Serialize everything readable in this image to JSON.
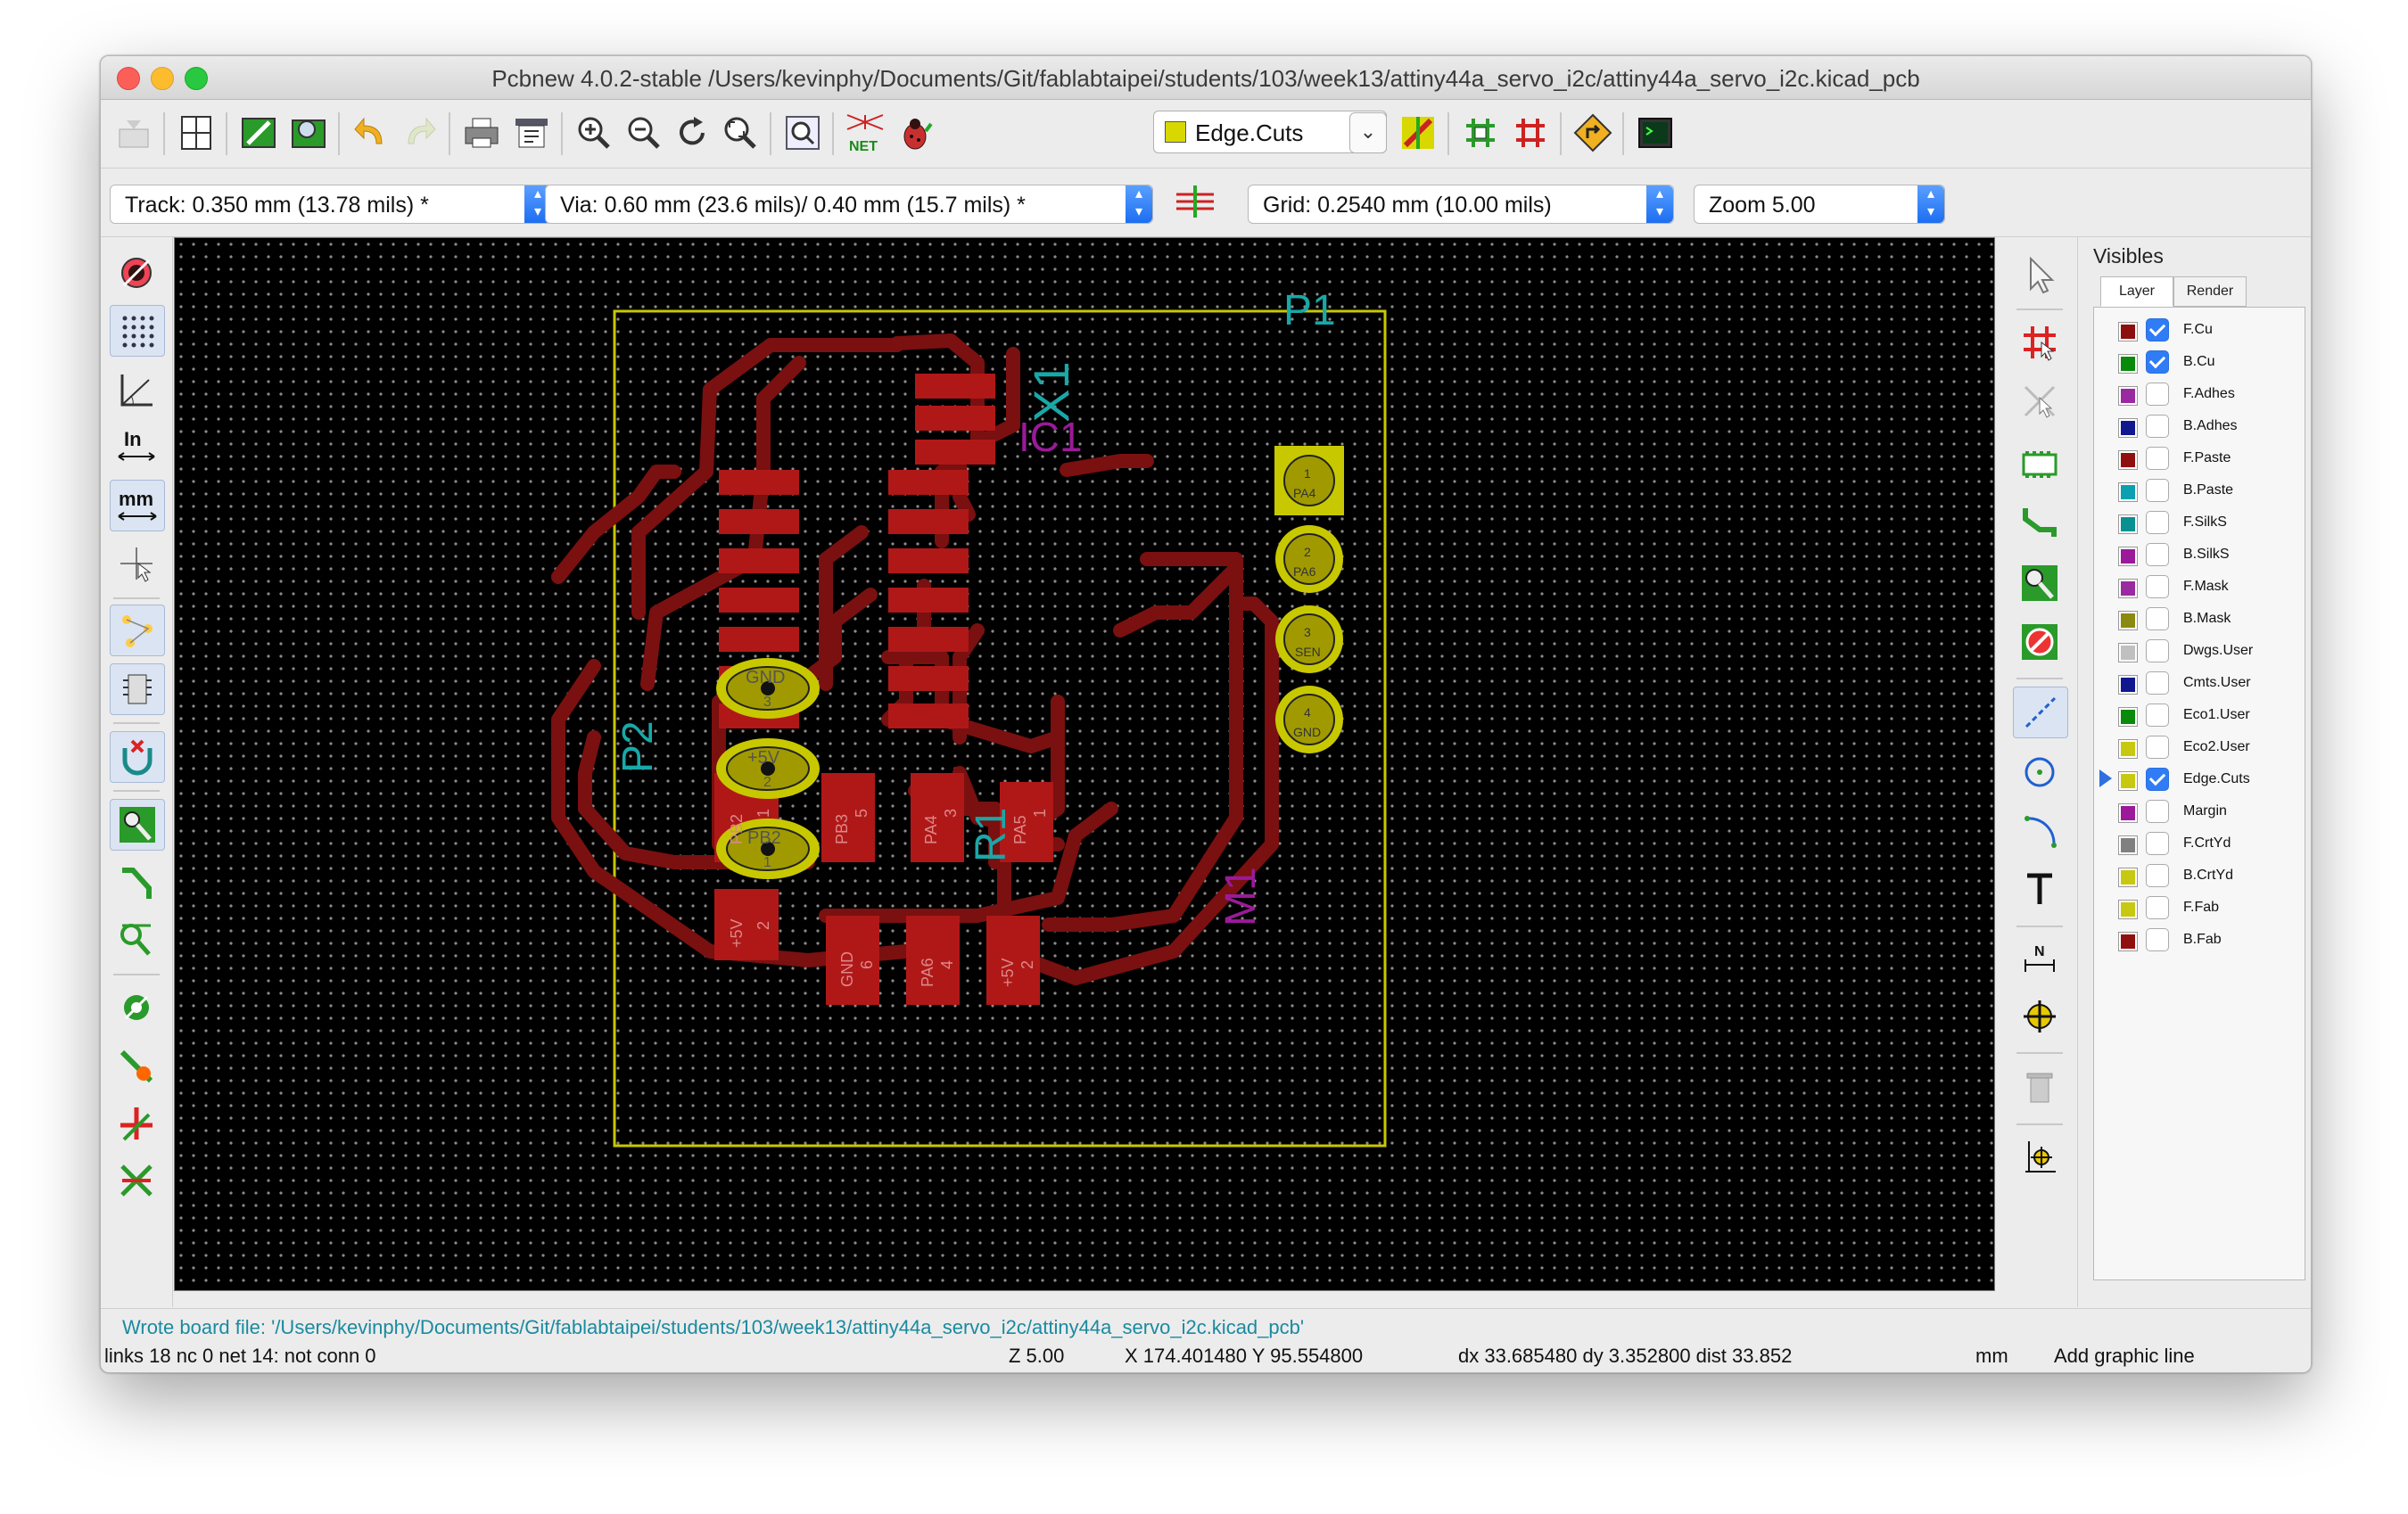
{
  "window": {
    "title": "Pcbnew 4.0.2-stable /Users/kevinphy/Documents/Git/fablabtaipei/students/103/week13/attiny44a_servo_i2c/attiny44a_servo_i2c.kicad_pcb"
  },
  "toolbar": {
    "active_layer": "Edge.Cuts",
    "icons": [
      "new-board-icon",
      "page-settings-icon",
      "board-setup-icon",
      "library-icon",
      "undo-icon",
      "redo-icon",
      "print-icon",
      "plot-icon",
      "zoom-in-icon",
      "zoom-out-icon",
      "redraw-icon",
      "zoom-fit-icon",
      "find-icon",
      "netlist-icon",
      "drc-icon",
      "layer-pair-icon",
      "autoplace-icon",
      "autoroute-icon",
      "microwave-icon",
      "python-console-icon"
    ]
  },
  "options_bar": {
    "track": "Track: 0.350 mm (13.78 mils) *",
    "via": "Via: 0.60 mm (23.6 mils)/ 0.40 mm (15.7 mils) *",
    "grid": "Grid: 0.2540 mm (10.00 mils)",
    "zoom": "Zoom 5.00"
  },
  "board": {
    "labels": {
      "P1": "P1",
      "P2": "P2",
      "X1": "X1",
      "IC1": "IC1",
      "R1": "R1",
      "M1": "M1"
    },
    "pad_labels": {
      "p1_pins": [
        "PA4",
        "PA6",
        "SEN",
        "GND"
      ],
      "p1_nums": [
        "1",
        "2",
        "3",
        "4"
      ],
      "p2_pins": [
        "GND",
        "+5V",
        "PB2"
      ],
      "p2_nums": [
        "3",
        "2",
        "1"
      ],
      "smd_row1": [
        "PB2",
        "PB3",
        "PA4",
        "PA5"
      ],
      "smd_row1_nums": [
        "1",
        "5",
        "3",
        "1"
      ],
      "smd_row2": [
        "+5V",
        "GND",
        "PA6",
        "+5V"
      ],
      "smd_row2_nums": [
        "2",
        "6",
        "4",
        "2"
      ]
    }
  },
  "visibles": {
    "title": "Visibles",
    "tabs": [
      "Layer",
      "Render"
    ],
    "layers": [
      {
        "name": "F.Cu",
        "color": "#8b0f0f",
        "checked": true
      },
      {
        "name": "B.Cu",
        "color": "#0a8a0a",
        "checked": true
      },
      {
        "name": "F.Adhes",
        "color": "#9a2aa0",
        "checked": false
      },
      {
        "name": "B.Adhes",
        "color": "#101890",
        "checked": false
      },
      {
        "name": "F.Paste",
        "color": "#901010",
        "checked": false
      },
      {
        "name": "B.Paste",
        "color": "#0aa0b0",
        "checked": false
      },
      {
        "name": "F.SilkS",
        "color": "#0a9090",
        "checked": false
      },
      {
        "name": "B.SilkS",
        "color": "#9a1a9a",
        "checked": false
      },
      {
        "name": "F.Mask",
        "color": "#9a2aa0",
        "checked": false
      },
      {
        "name": "B.Mask",
        "color": "#8a8a10",
        "checked": false
      },
      {
        "name": "Dwgs.User",
        "color": "#c0c0c0",
        "checked": false
      },
      {
        "name": "Cmts.User",
        "color": "#101890",
        "checked": false
      },
      {
        "name": "Eco1.User",
        "color": "#0a8a0a",
        "checked": false
      },
      {
        "name": "Eco2.User",
        "color": "#c8c810",
        "checked": false
      },
      {
        "name": "Edge.Cuts",
        "color": "#c8c810",
        "checked": true
      },
      {
        "name": "Margin",
        "color": "#9a1a9a",
        "checked": false
      },
      {
        "name": "F.CrtYd",
        "color": "#808080",
        "checked": false
      },
      {
        "name": "B.CrtYd",
        "color": "#c8c810",
        "checked": false
      },
      {
        "name": "F.Fab",
        "color": "#c8c810",
        "checked": false
      },
      {
        "name": "B.Fab",
        "color": "#901010",
        "checked": false
      }
    ]
  },
  "messages": {
    "line": "Wrote board file: '/Users/kevinphy/Documents/Git/fablabtaipei/students/103/week13/attiny44a_servo_i2c/attiny44a_servo_i2c.kicad_pcb'"
  },
  "status": {
    "links": "links 18 nc 0  net 14: not conn 0",
    "zoom": "Z 5.00",
    "xy": "X 174.401480  Y 95.554800",
    "delta": "dx 33.685480  dy 3.352800  dist 33.852",
    "units": "mm",
    "action": "Add graphic line"
  }
}
